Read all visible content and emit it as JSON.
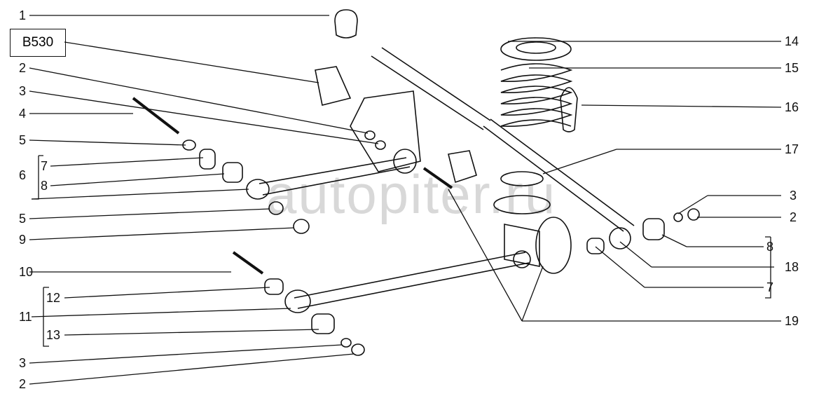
{
  "diagram_code": "B530",
  "watermark": "autopiter.ru",
  "left_labels": [
    "1",
    "2",
    "3",
    "4",
    "5",
    "6",
    "7",
    "8",
    "5",
    "9",
    "10",
    "11",
    "12",
    "13",
    "3",
    "2"
  ],
  "right_labels": [
    "14",
    "15",
    "16",
    "17",
    "3",
    "2",
    "8",
    "18",
    "7",
    "19"
  ]
}
